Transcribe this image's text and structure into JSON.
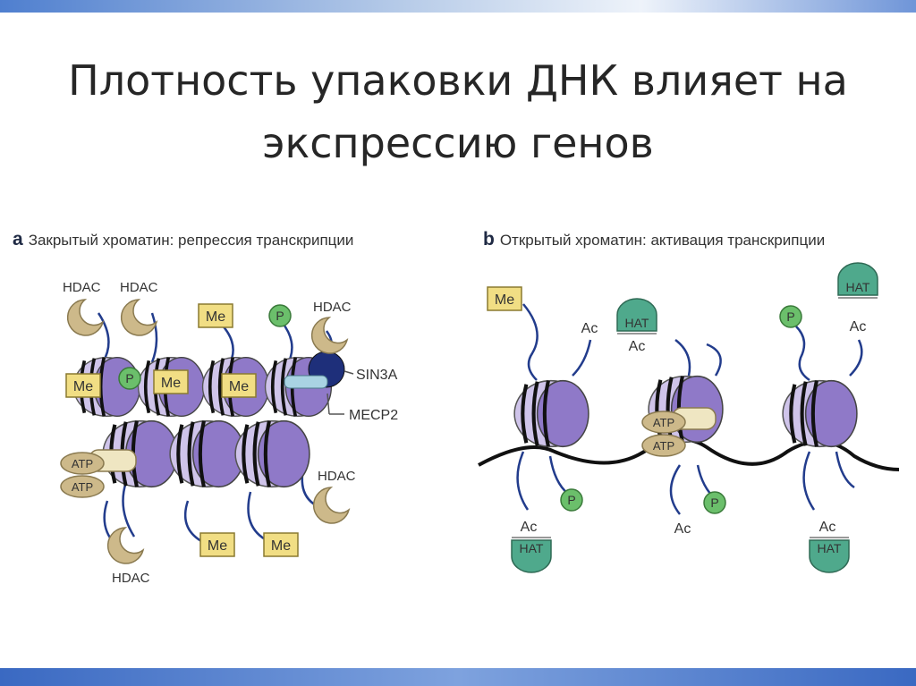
{
  "slide": {
    "title_line1": "Плотность упаковки ДНК влияет на",
    "title_line2": "экспрессию генов"
  },
  "panel_a": {
    "letter": "a",
    "caption": "Закрытый хроматин: репрессия транскрипции",
    "labels": {
      "hdac": "HDAC",
      "me": "Me",
      "p": "P",
      "atp": "ATP",
      "sin3a": "SIN3A",
      "mecp2": "MECP2"
    }
  },
  "panel_b": {
    "letter": "b",
    "caption": "Открытый хроматин: активация транскрипции",
    "labels": {
      "me": "Me",
      "ac": "Ac",
      "hat": "HAT",
      "p": "P",
      "atp": "ATP"
    }
  },
  "colors": {
    "nucleosome": "#8f79c8",
    "nucleosome_light": "#cfc4ea",
    "tail": "#223c8c",
    "hdac": "#cdb98a",
    "me_box": "#f1de84",
    "p_circle": "#6bbf6b",
    "hat": "#4fa98c",
    "sin3a": "#1e2f7a",
    "mecp2": "#a9d3e3"
  }
}
